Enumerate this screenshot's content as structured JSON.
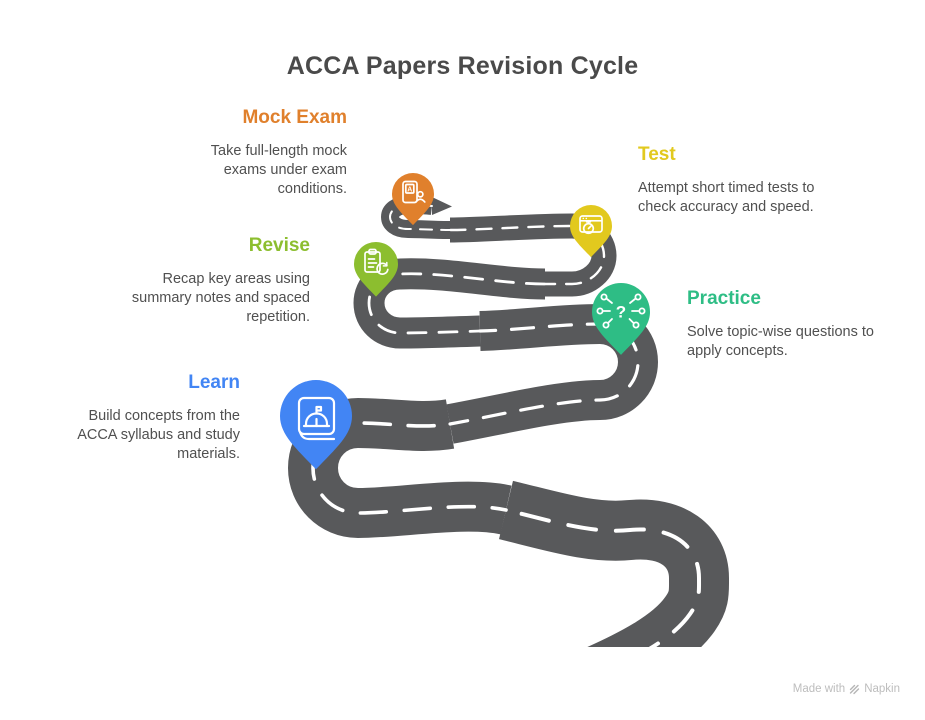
{
  "title": "ACCA Papers Revision Cycle",
  "road": {
    "color": "#58595b",
    "line_color": "#ffffff"
  },
  "steps": [
    {
      "id": "learn",
      "label": "Learn",
      "description": "Build concepts from the ACCA syllabus and study materials.",
      "color": "#4285f4",
      "icon": "book-icon"
    },
    {
      "id": "practice",
      "label": "Practice",
      "description": "Solve topic-wise questions to apply concepts.",
      "color": "#2ebd85",
      "icon": "question-network-icon",
      "icon_glyph": "?"
    },
    {
      "id": "revise",
      "label": "Revise",
      "description": "Recap key areas using summary notes and spaced repetition.",
      "color": "#8cbe2f",
      "icon": "clipboard-refresh-icon"
    },
    {
      "id": "test",
      "label": "Test",
      "description": "Attempt short timed tests to check accuracy and speed.",
      "color": "#e2c91e",
      "icon": "timed-test-icon"
    },
    {
      "id": "mock_exam",
      "label": "Mock Exam",
      "description": "Take full-length mock exams under exam conditions.",
      "color": "#e0802c",
      "icon": "exam-card-icon",
      "icon_glyph": "A"
    }
  ],
  "watermark": {
    "text_prefix": "Made with",
    "brand": "Napkin",
    "color": "#bdbdbd"
  }
}
